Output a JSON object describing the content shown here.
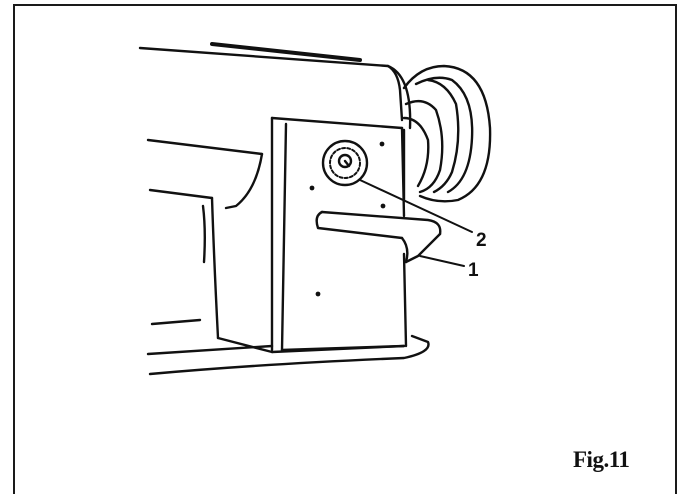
{
  "figure": {
    "label": "Fig.11"
  },
  "callouts": [
    {
      "id": "1",
      "text": "1"
    },
    {
      "id": "2",
      "text": "2"
    }
  ],
  "colors": {
    "ink": "#111111",
    "paper": "#ffffff"
  }
}
